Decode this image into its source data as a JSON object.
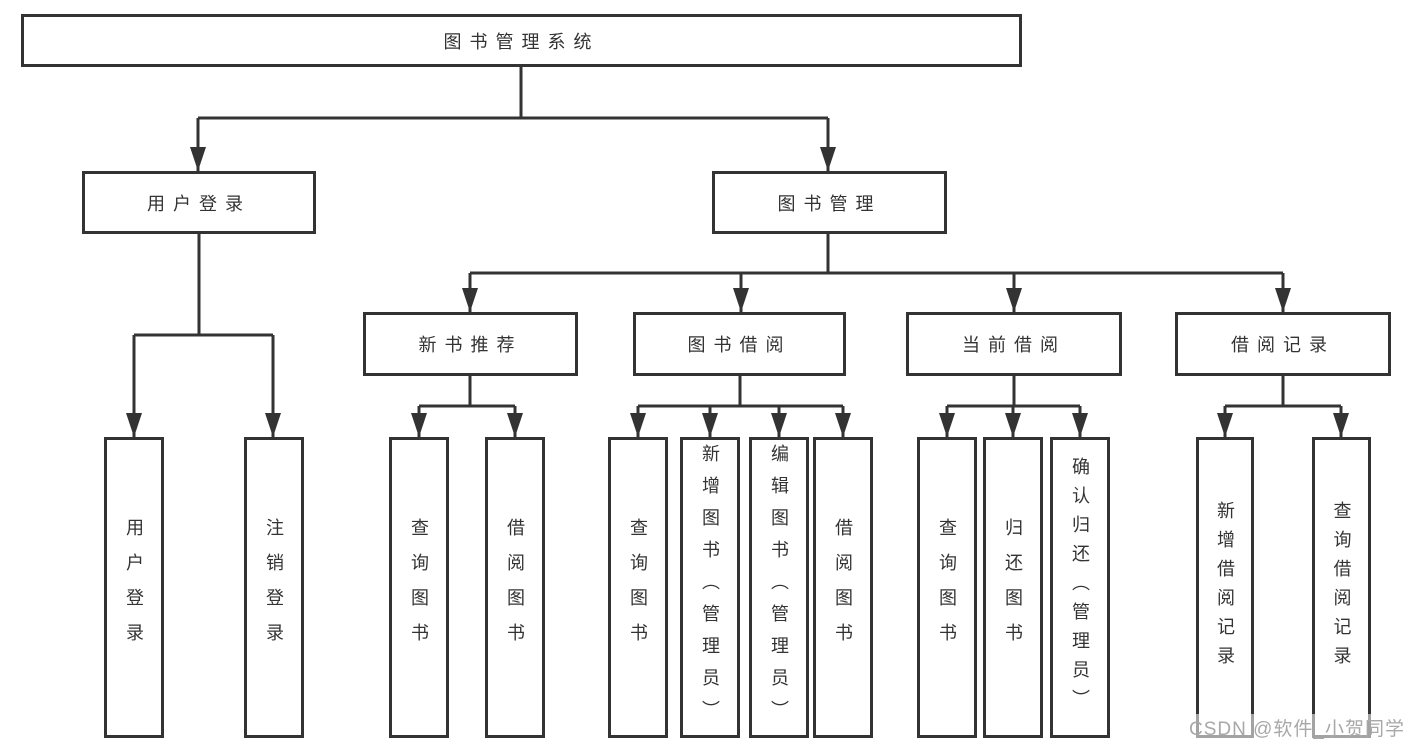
{
  "diagram": {
    "title_node": {
      "label": "图书管理系统"
    },
    "level2": [
      {
        "label": "用户登录"
      },
      {
        "label": "图书管理"
      }
    ],
    "level3": [
      {
        "label": "新书推荐",
        "parent": "图书管理"
      },
      {
        "label": "图书借阅",
        "parent": "图书管理"
      },
      {
        "label": "当前借阅",
        "parent": "图书管理"
      },
      {
        "label": "借阅记录",
        "parent": "图书管理"
      }
    ],
    "leaves": [
      {
        "label": "用户登录",
        "parent": "用户登录"
      },
      {
        "label": "注销登录",
        "parent": "用户登录"
      },
      {
        "label": "查询图书",
        "parent": "新书推荐"
      },
      {
        "label": "借阅图书",
        "parent": "新书推荐"
      },
      {
        "label": "查询图书",
        "parent": "图书借阅"
      },
      {
        "label": "新增图书（管理员）",
        "parent": "图书借阅"
      },
      {
        "label": "编辑图书（管理员）",
        "parent": "图书借阅"
      },
      {
        "label": "借阅图书",
        "parent": "图书借阅"
      },
      {
        "label": "查询图书",
        "parent": "当前借阅"
      },
      {
        "label": "归还图书",
        "parent": "当前借阅"
      },
      {
        "label": "确认归还（管理员）",
        "parent": "当前借阅"
      },
      {
        "label": "新增借阅记录",
        "parent": "借阅记录"
      },
      {
        "label": "查询借阅记录",
        "parent": "借阅记录"
      }
    ],
    "watermark": "CSDN @软件_小贺同学",
    "colors": {
      "line": "#333333",
      "text": "#333333",
      "background": "#ffffff",
      "watermark": "#a8a8a8"
    }
  }
}
